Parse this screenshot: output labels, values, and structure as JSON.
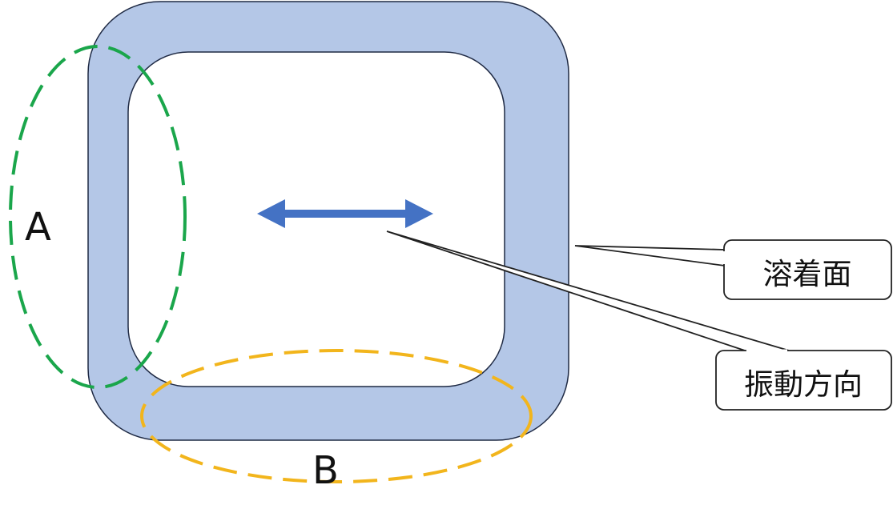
{
  "colors": {
    "frame_fill": "#b4c7e7",
    "frame_stroke": "#1f2a44",
    "inner_fill": "#ffffff",
    "ellipse_a": "#1aa64b",
    "ellipse_b": "#f2b51c",
    "arrow": "#4472c4",
    "callout_stroke": "#222222"
  },
  "regions": {
    "a_label": "A",
    "b_label": "B"
  },
  "callouts": {
    "weld_surface": "溶着面",
    "vibration_direction": "振動方向"
  },
  "icons": {
    "arrow": "double-headed-arrow-icon"
  }
}
